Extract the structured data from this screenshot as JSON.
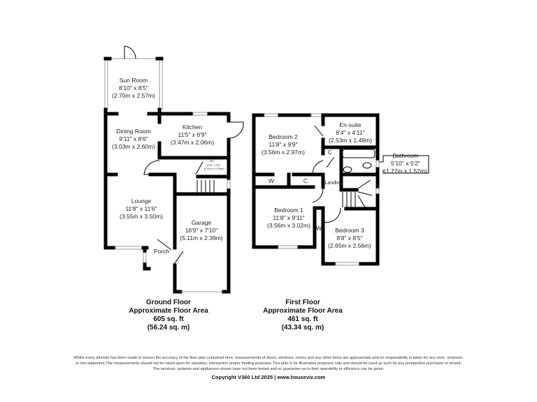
{
  "ground_floor": {
    "rooms": [
      {
        "name": "Sun Room",
        "imperial": "8'10\" x 8'5\"",
        "metric": "(2.70m x 2.57m)"
      },
      {
        "name": "Dining Room",
        "imperial": "9'11\" x 8'6\"",
        "metric": "(3.03m x 2.60m)"
      },
      {
        "name": "Kitchen",
        "imperial": "11'5\" x 6'9\"",
        "metric": "(3.47m x 2.06m)"
      },
      {
        "name": "WC",
        "imperial": "4'11\" x 3'3\"",
        "metric": "(1.51m x 0.99m)"
      },
      {
        "name": "Lounge",
        "imperial": "11'8\" x 11'6\"",
        "metric": "(3.55m x 3.50m)"
      },
      {
        "name": "Garage",
        "imperial": "16'9\" x 7'10\"",
        "metric": "(5.11m x 2.39m)"
      },
      {
        "name": "Porch"
      }
    ],
    "title": "Ground Floor",
    "area_label": "Approximate Floor Area",
    "sqft": "605 sq. ft",
    "sqm": "(56.24 sq. m)"
  },
  "first_floor": {
    "rooms": [
      {
        "name": "Bedroom 2",
        "imperial": "11'8\" x 9'9\"",
        "metric": "(3.56m x 2.97m)"
      },
      {
        "name": "En-suite",
        "imperial": "8'4\" x 4'11\"",
        "metric": "(2.53m x 1.49m)"
      },
      {
        "name": "Bathroom",
        "imperial": "5'10\" x 5'2\"",
        "metric": "(1.77m x 1.57m)"
      },
      {
        "name": "Bedroom 1",
        "imperial": "11'8\" x 9'11\"",
        "metric": "(3.56m x 3.02m)"
      },
      {
        "name": "Bedroom 3",
        "imperial": "8'8\" x 8'5\"",
        "metric": "(2.65m x 2.56m)"
      },
      {
        "name": "Landing"
      }
    ],
    "cupboards": {
      "w": "W",
      "c": "C"
    },
    "title": "First Floor",
    "area_label": "Approximate Floor Area",
    "sqft": "461 sq. ft",
    "sqm": "(43.34 sq. m)"
  },
  "disclaimer": [
    "Whilst every attempt has been made to ensure the accuracy of the floor plan contained here, measurements of doors, windows, rooms and any other items are approximate and no responsibility is taken for any error, omission,",
    "or mis-statement.The measurements should not be relied upon for valuation, transaction and/or funding purposes.This plan is for illustrative purposes only and should be used as such by any prospective purchaser or tenant.",
    "The services, systems and appliances shown have not been tested and no guarantee as to their operability or efficiency can be given."
  ],
  "copyright": "Copyright V360 Ltd 2025 | www.houseviz.com"
}
